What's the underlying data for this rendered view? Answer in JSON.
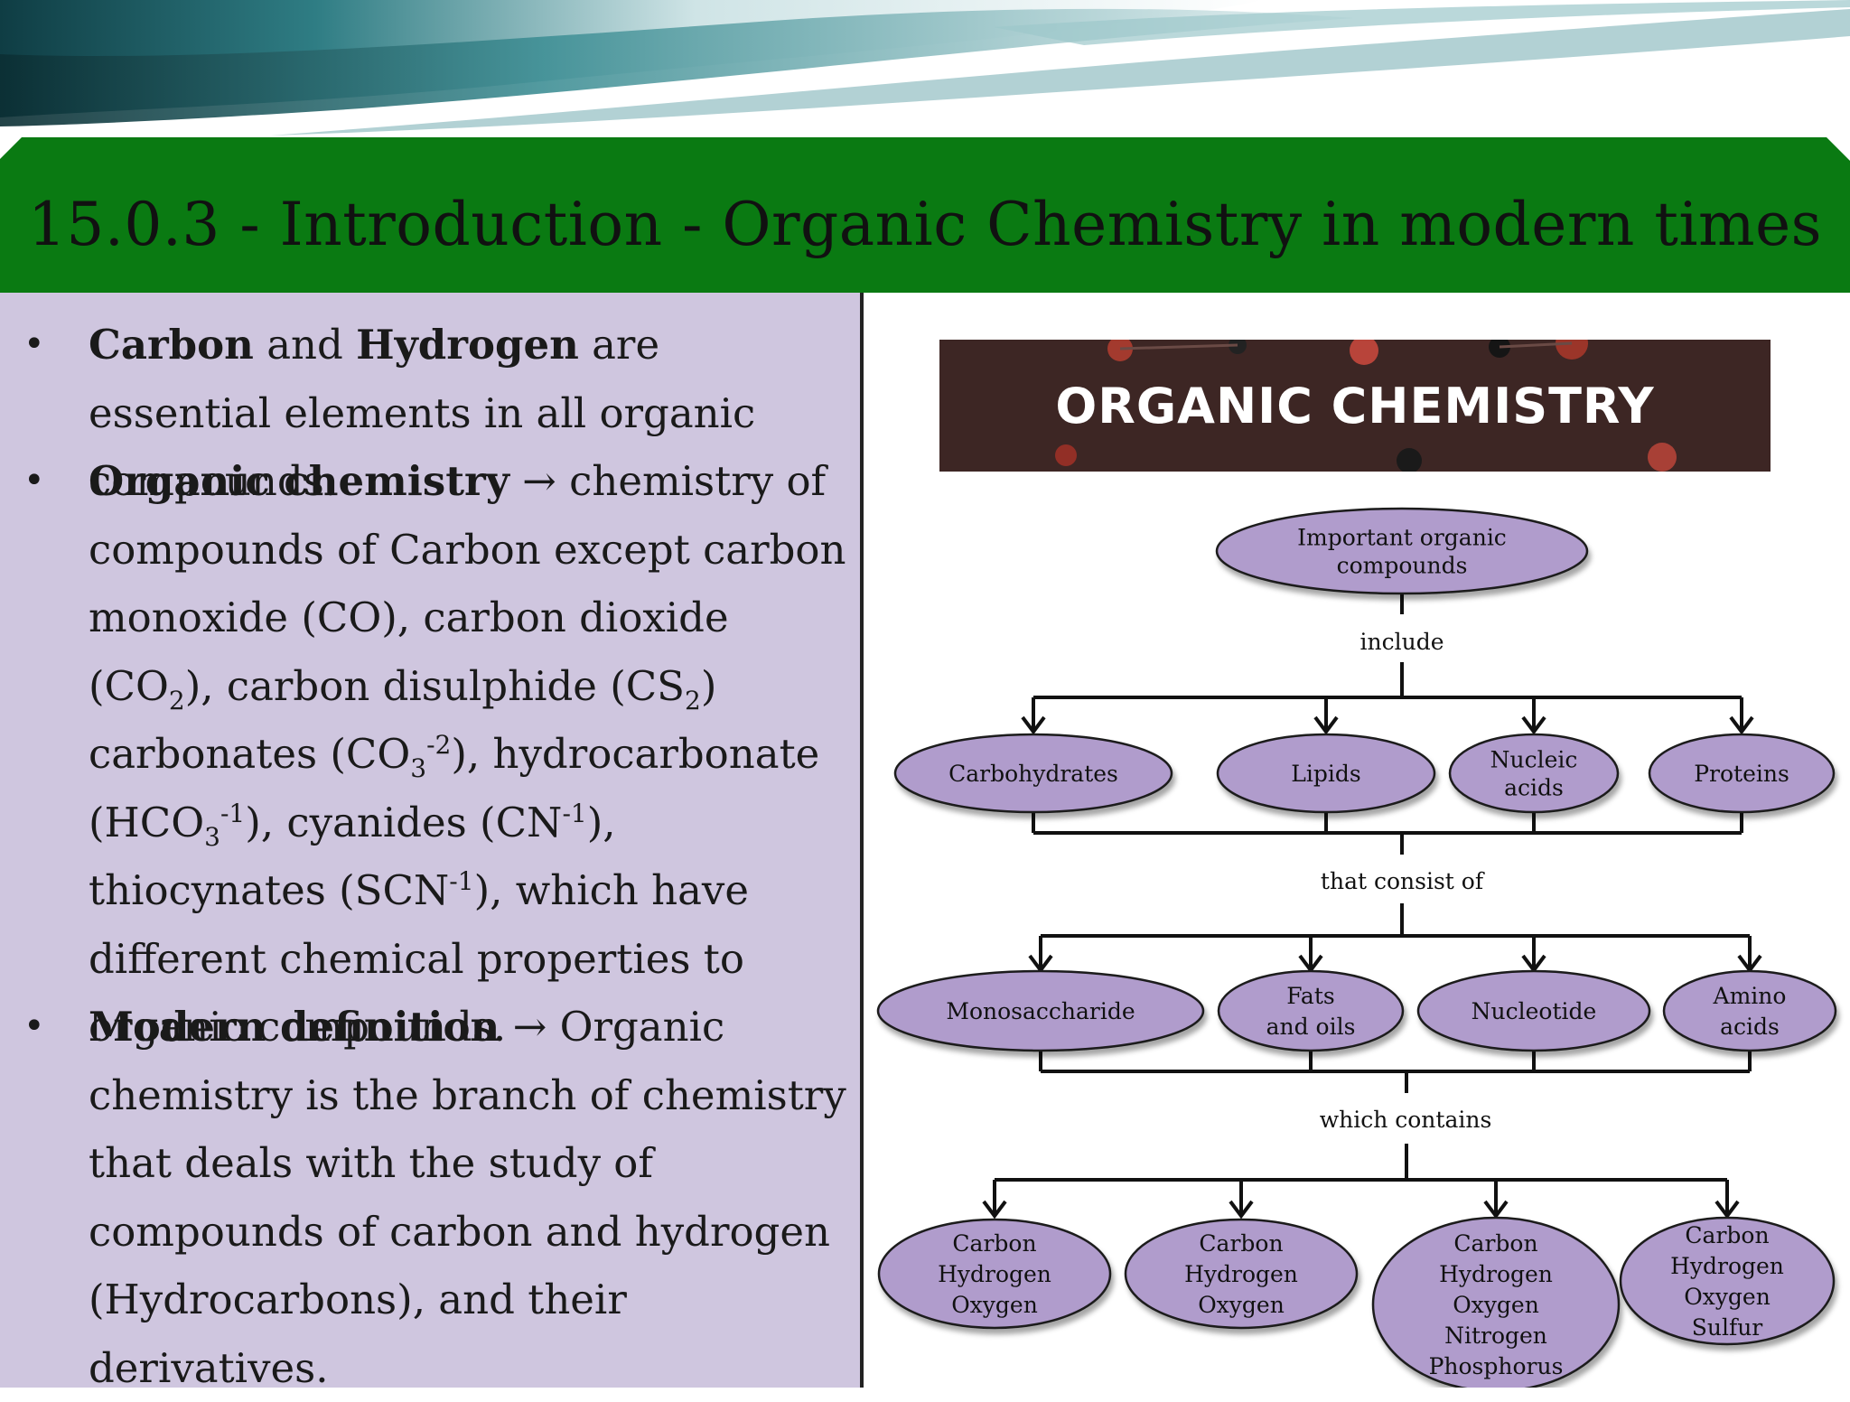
{
  "slide": {
    "title": "15.0.3 - Introduction - Organic Chemistry in modern times"
  },
  "bullets": [
    {
      "bold": "Carbon",
      "t1": " and ",
      "bold2": "Hydrogen",
      "t2": " are essential elements in all organic compounds."
    },
    {
      "bold": "Organic chemistry",
      "arrow": " → ",
      "t1": "chemistry of compounds of Carbon except carbon monoxide (CO), carbon dioxide (CO",
      "sub1": "2",
      "t2": "), carbon disulphide (CS",
      "sub2": "2",
      "t3": ") carbonates (CO",
      "sub3": "3",
      "sup3": "-2",
      "t4": "), hydrocarbonate (HCO",
      "sub4": "3",
      "sup4": "-1",
      "t5": "), cyanides (CN",
      "sup5": "-1",
      "t6": "), thiocynates (SCN",
      "sup6": "-1",
      "t7": "), which have different chemical properties to organic compounds."
    },
    {
      "bold": "Modern definition",
      "arrow": " → ",
      "t1": "Organic chemistry is the branch of chemistry that deals with the study of compounds of carbon and hydrogen (Hydrocarbons), and their derivatives."
    }
  ],
  "image_banner": {
    "text": "ORGANIC CHEMISTRY"
  },
  "diagram": {
    "root": [
      "Important organic",
      "compounds"
    ],
    "connector1": "include",
    "level1": [
      [
        "Carbohydrates"
      ],
      [
        "Lipids"
      ],
      [
        "Nucleic",
        "acids"
      ],
      [
        "Proteins"
      ]
    ],
    "connector2": "that consist of",
    "level2": [
      [
        "Monosaccharide"
      ],
      [
        "Fats",
        "and oils"
      ],
      [
        "Nucleotide"
      ],
      [
        "Amino",
        "acids"
      ]
    ],
    "connector3": "which contains",
    "level3": [
      [
        "Carbon",
        "Hydrogen",
        "Oxygen"
      ],
      [
        "Carbon",
        "Hydrogen",
        "Oxygen"
      ],
      [
        "Carbon",
        "Hydrogen",
        "Oxygen",
        "Nitrogen",
        "Phosphorus"
      ],
      [
        "Carbon",
        "Hydrogen",
        "Oxygen",
        "Sulfur"
      ]
    ],
    "colors": {
      "node_fill": "#b09ccc",
      "node_stroke": "#1a1a1a",
      "title_bar": "#0a7a12",
      "panel": "#cfc6df"
    }
  }
}
